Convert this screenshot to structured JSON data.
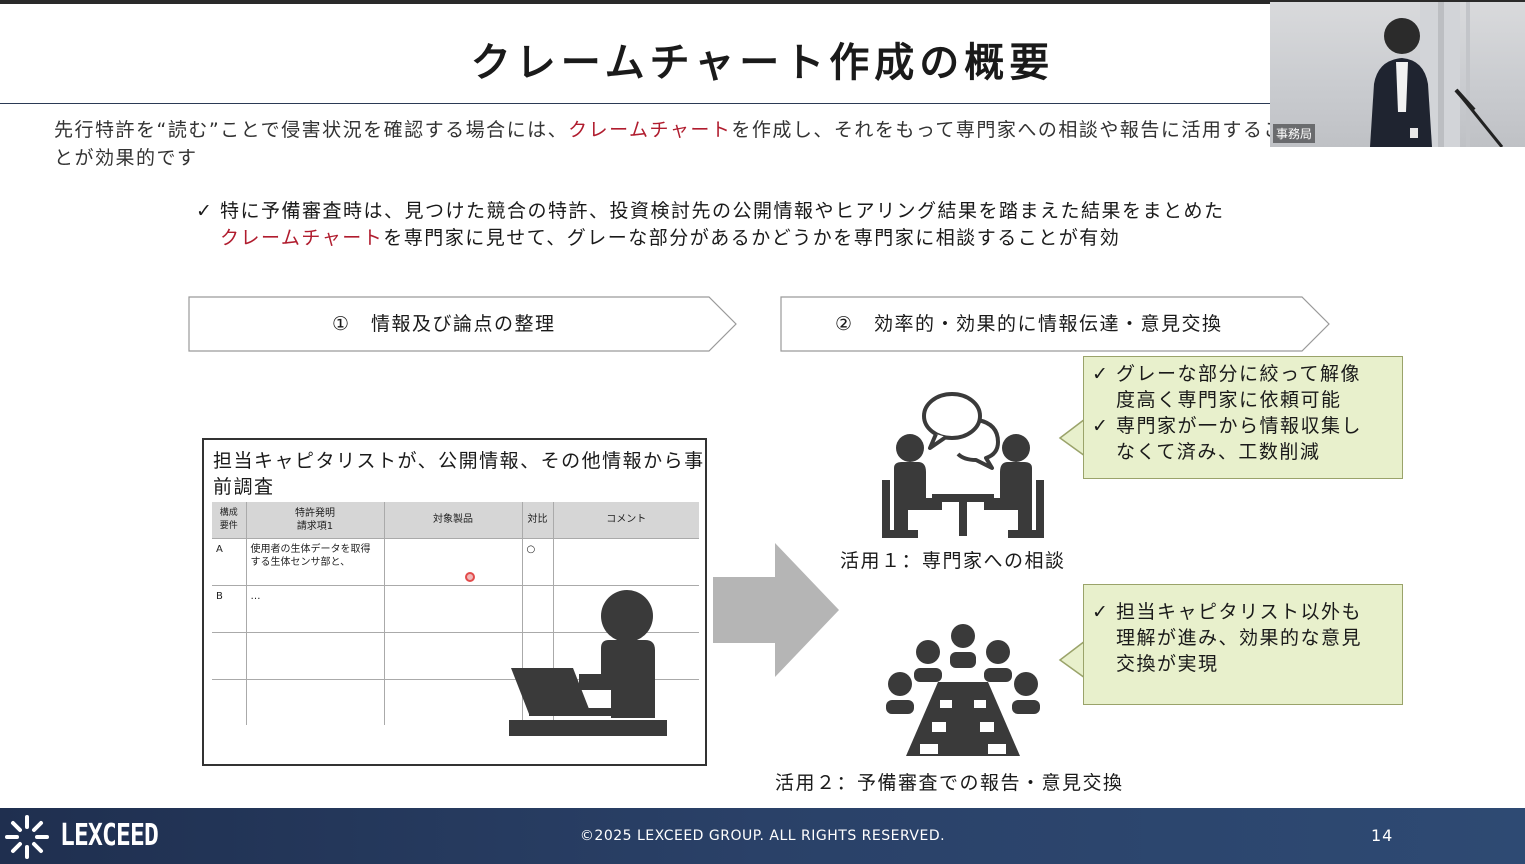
{
  "slide": {
    "title": "クレームチャート作成の概要",
    "intro": {
      "before": "先行特許を“読む”ことで侵害状況を確認する場合には、",
      "highlight": "クレームチャート",
      "after": "を作成し、それをもって専門家への相談や報告に活用することが効果的です"
    },
    "point": {
      "check": "✓",
      "line1": "特に予備審査時は、見つけた競合の特許、投資検討先の公開情報やヒアリング結果を踏まえた結果をまとめた",
      "highlight": "クレームチャート",
      "line2_after": "を専門家に見せて、グレーな部分があるかどうかを専門家に相談することが有効"
    },
    "steps": [
      {
        "label": "①　情報及び論点の整理"
      },
      {
        "label": "②　効率的・効果的に情報伝達・意見交換"
      }
    ],
    "panel": {
      "title": "担当キャピタリストが、公開情報、その他情報から事前調査",
      "table": {
        "headers": [
          "構成\n要件",
          "特許発明\n請求項1",
          "対象製品",
          "対比",
          "コメント"
        ],
        "rows": [
          [
            "A",
            "使用者の生体データを取得する生体センサ部と、",
            "",
            "○",
            ""
          ],
          [
            "B",
            "…",
            "",
            "",
            ""
          ],
          [
            "",
            "",
            "",
            "",
            ""
          ],
          [
            "",
            "",
            "",
            "",
            ""
          ]
        ]
      }
    },
    "uses": [
      {
        "label": "活用１：専門家への相談",
        "icon": "consultation-icon"
      },
      {
        "label": "活用２：予備審査での報告・意見交換",
        "icon": "meeting-icon"
      }
    ],
    "callouts": [
      {
        "items": [
          {
            "check": "✓",
            "l1": "グレーな部分に絞って解像",
            "l2": "度高く専門家に依頼可能"
          },
          {
            "check": "✓",
            "l1": "専門家が一から情報収集し",
            "l2": "なくて済み、工数削減"
          }
        ]
      },
      {
        "items": [
          {
            "check": "✓",
            "l1": "担当キャピタリスト以外も",
            "l2": "理解が進み、効果的な意見",
            "l3": "交換が実現"
          }
        ]
      }
    ]
  },
  "footer": {
    "logo": "LEXCEED",
    "copyright": "©2025 LEXCEED GROUP. ALL RIGHTS RESERVED.",
    "page": "14"
  },
  "video": {
    "label": "事務局"
  },
  "colors": {
    "accent_red": "#b01c2e",
    "footer_navy": "#2a4168",
    "callout_green": "#e8f0cc",
    "icon_gray": "#3a3a3a"
  }
}
